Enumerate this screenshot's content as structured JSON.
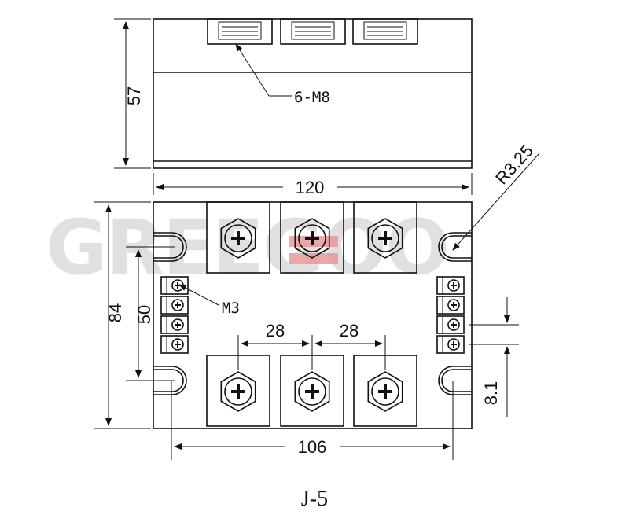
{
  "watermark": {
    "text": "GREEGOO",
    "color": "#c8c8c8",
    "accent": "#d23c3c"
  },
  "labels": {
    "height": "57",
    "top_terminals": "6-M8",
    "radius": "R3.25",
    "width": "120",
    "depth": "84",
    "mount_spacing": "50",
    "control_screws": "M3",
    "pitch_left": "28",
    "pitch_right": "28",
    "control_pitch": "8.1",
    "mount_hole_span": "106",
    "model": "J-5"
  },
  "colors": {
    "ink": "#111111",
    "background": "#ffffff"
  }
}
